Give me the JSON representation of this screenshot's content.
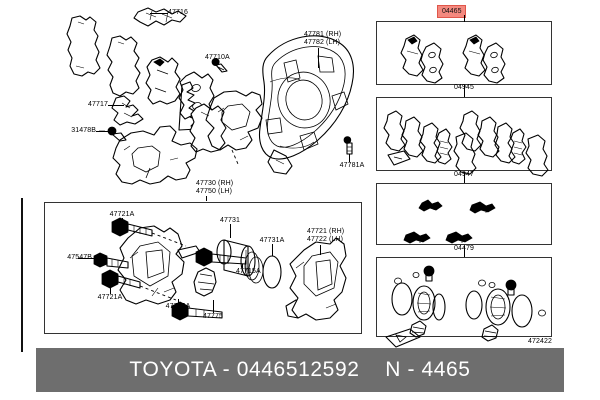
{
  "banner": {
    "brand": "TOYOTA",
    "part_number": "0446512592",
    "reference": "N - 4465",
    "text": "TOYOTA - 0446512592    N - 4465"
  },
  "highlight": {
    "code": "04465",
    "color": "#f4897f",
    "border_color": "#e0564a"
  },
  "sheet_code": "472422",
  "right_panels": [
    {
      "code": "04465",
      "highlighted": true,
      "name": "front-disc-brake-pad-kit"
    },
    {
      "code": "04945",
      "highlighted": false,
      "name": "pad-shim-kit"
    },
    {
      "code": "04947",
      "highlighted": false,
      "name": "pad-fitting-kit"
    },
    {
      "code": "04479",
      "highlighted": false,
      "name": "caliper-seal-kit"
    }
  ],
  "callouts": [
    {
      "code": "47716",
      "name": "pad-support-plate-upper"
    },
    {
      "code": "47717",
      "name": "pad-support-plate-lower"
    },
    {
      "code": "47710A",
      "name": "caliper-bleeder-plug"
    },
    {
      "code": "47781 (RH)\n47782 (LH)",
      "name": "disc-brake-dust-cover"
    },
    {
      "code": "47781A",
      "name": "dust-cover-bolt"
    },
    {
      "code": "31478B",
      "name": "bleeder-plug-cap"
    },
    {
      "code": "47730 (RH)\n47750 (LH)",
      "name": "disc-brake-cylinder-assembly"
    },
    {
      "code": "47721A",
      "name": "caliper-mounting-bolt-upper"
    },
    {
      "code": "47721A",
      "name": "caliper-mounting-bolt-lower"
    },
    {
      "code": "47547B",
      "name": "caliper-slide-pin-short"
    },
    {
      "code": "47715A",
      "name": "caliper-slide-pin-long"
    },
    {
      "code": "47715A",
      "name": "caliper-slide-pin-long-2"
    },
    {
      "code": "47731",
      "name": "caliper-piston"
    },
    {
      "code": "47731A",
      "name": "piston-seal-ring"
    },
    {
      "code": "47775",
      "name": "slide-pin-dust-boot"
    },
    {
      "code": "47721 (RH)\n47722 (LH)",
      "name": "caliper-mounting-bracket"
    }
  ]
}
